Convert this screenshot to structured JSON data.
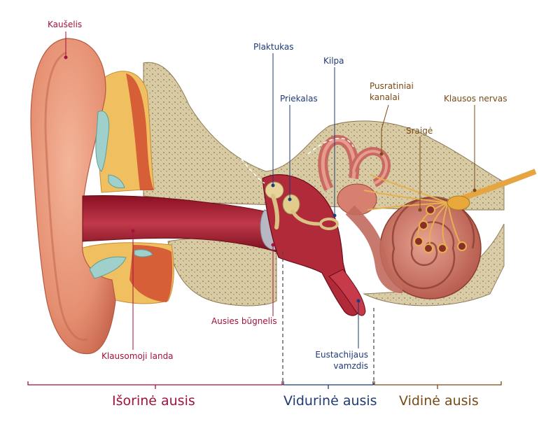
{
  "labels": {
    "kauselis": "Kaušelis",
    "klausomoji_landa": "Klausomoji landa",
    "ausies_bugnelis": "Ausies būgnelis",
    "plaktukas": "Plaktukas",
    "priekalas": "Priekalas",
    "kilpa": "Kilpa",
    "pusratiniai_1": "Pusratiniai",
    "pusratiniai_2": "kanalai",
    "sraige": "Sraigė",
    "klausos_nervas": "Klausos nervas",
    "eustachijaus_1": "Eustachijaus",
    "eustachijaus_2": "vamzdis"
  },
  "sections": {
    "outer": "Išorinė ausis",
    "middle": "Vidurinė ausis",
    "inner": "Vidinė ausis"
  },
  "colors": {
    "outer": "#a3123a",
    "middle": "#1e3a78",
    "inner": "#7a4a16",
    "skin": "#e8987a",
    "bone": "#d9c9a3",
    "canal": "#b02a3a"
  }
}
